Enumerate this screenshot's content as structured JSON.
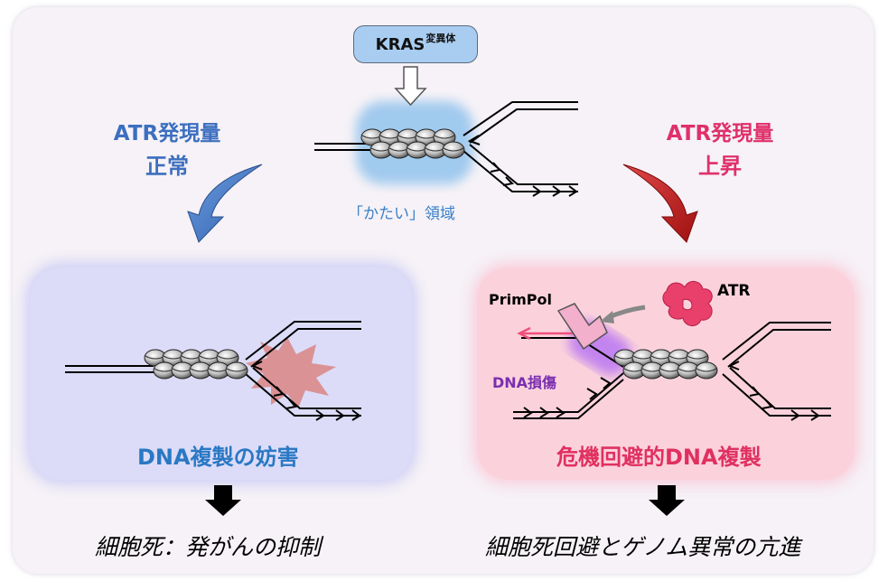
{
  "kras": {
    "label": "KRAS",
    "superscript": "変異体"
  },
  "left_condition": {
    "line1": "ATR発現量",
    "line2": "正常"
  },
  "right_condition": {
    "line1": "ATR発現量",
    "line2": "上昇"
  },
  "region_label": "「かたい」領域",
  "left_panel": {
    "title": "DNA複製の妨害"
  },
  "right_panel": {
    "title": "危機回避的DNA複製",
    "primpol_label": "PrimPol",
    "atr_label": "ATR",
    "damage_label": "DNA損傷"
  },
  "left_outcome": "細胞死：発がんの抑制",
  "right_outcome": "細胞死回避とゲノム異常の亢進",
  "colors": {
    "left_arrow": "#3b6fc0",
    "right_arrow": "#c81e1e",
    "left_panel_bg": "#dcdcf8",
    "right_panel_bg": "#fbd2dc",
    "damage_burst": "#d98a8a",
    "primpol": "#f0a8c8",
    "atr": "#e8406a",
    "dna_damage_glow": "#c080f0",
    "hard_region_glow": "#9cc8ee"
  },
  "icons": [
    "down-arrow-icon",
    "curved-arrow-icon",
    "nucleosome-icon",
    "replication-fork-icon",
    "damage-burst-icon",
    "primpol-icon",
    "atr-protein-icon"
  ]
}
